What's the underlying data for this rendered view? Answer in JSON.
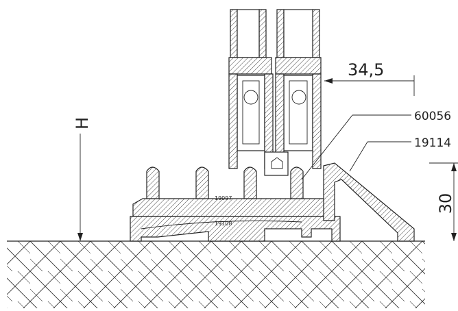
{
  "labels": {
    "height": "H",
    "offset": "34,5",
    "part_upper": "60056",
    "part_ramp": "19114",
    "rail_upper": "19097",
    "rail_lower": "19108",
    "step_height": "30"
  },
  "colors": {
    "line": "#222222",
    "background": "#ffffff"
  }
}
